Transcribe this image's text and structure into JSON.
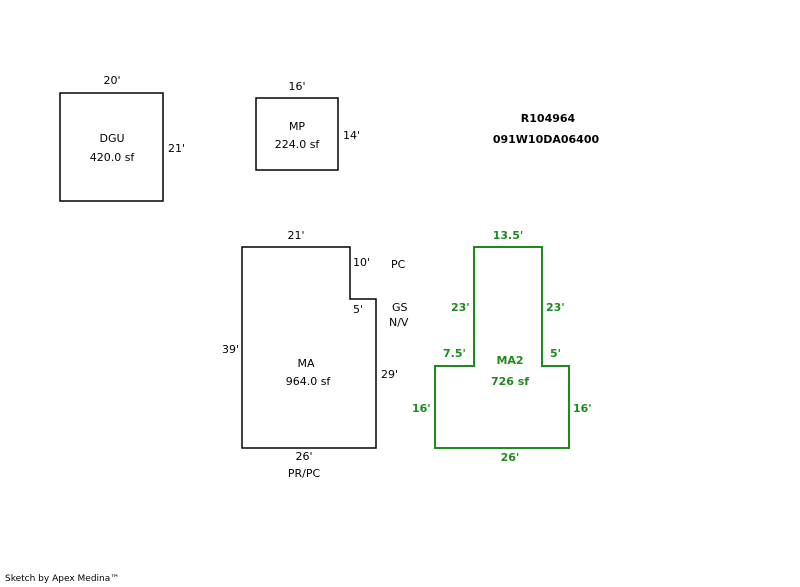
{
  "header": {
    "parcel_id": "R104964",
    "map_number": "091W10DA06400"
  },
  "shapes": {
    "dgu": {
      "name": "DGU",
      "area": "420.0 sf",
      "top": "20'",
      "right": "21'"
    },
    "mp": {
      "name": "MP",
      "area": "224.0 sf",
      "top": "16'",
      "right": "14'"
    },
    "ma": {
      "name": "MA",
      "area": "964.0 sf",
      "top": "21'",
      "notch_right": "10'",
      "notch_bottom": "5'",
      "left": "39'",
      "right": "29'",
      "bottom": "26'"
    },
    "ma2": {
      "name": "MA2",
      "area": "726 sf",
      "top": "13.5'",
      "upper_left": "23'",
      "upper_right": "23'",
      "step_left": "7.5'",
      "step_right": "5'",
      "lower_left": "16'",
      "lower_right": "16'",
      "bottom": "26'"
    }
  },
  "annotations": {
    "pc": "PC",
    "gs": "GS",
    "nv": "N/V",
    "prpc": "PR/PC"
  },
  "footer": {
    "credit": "Sketch by Apex Medina™"
  },
  "colors": {
    "ink": "#000000",
    "ma2_green": "#1f8a1f"
  }
}
